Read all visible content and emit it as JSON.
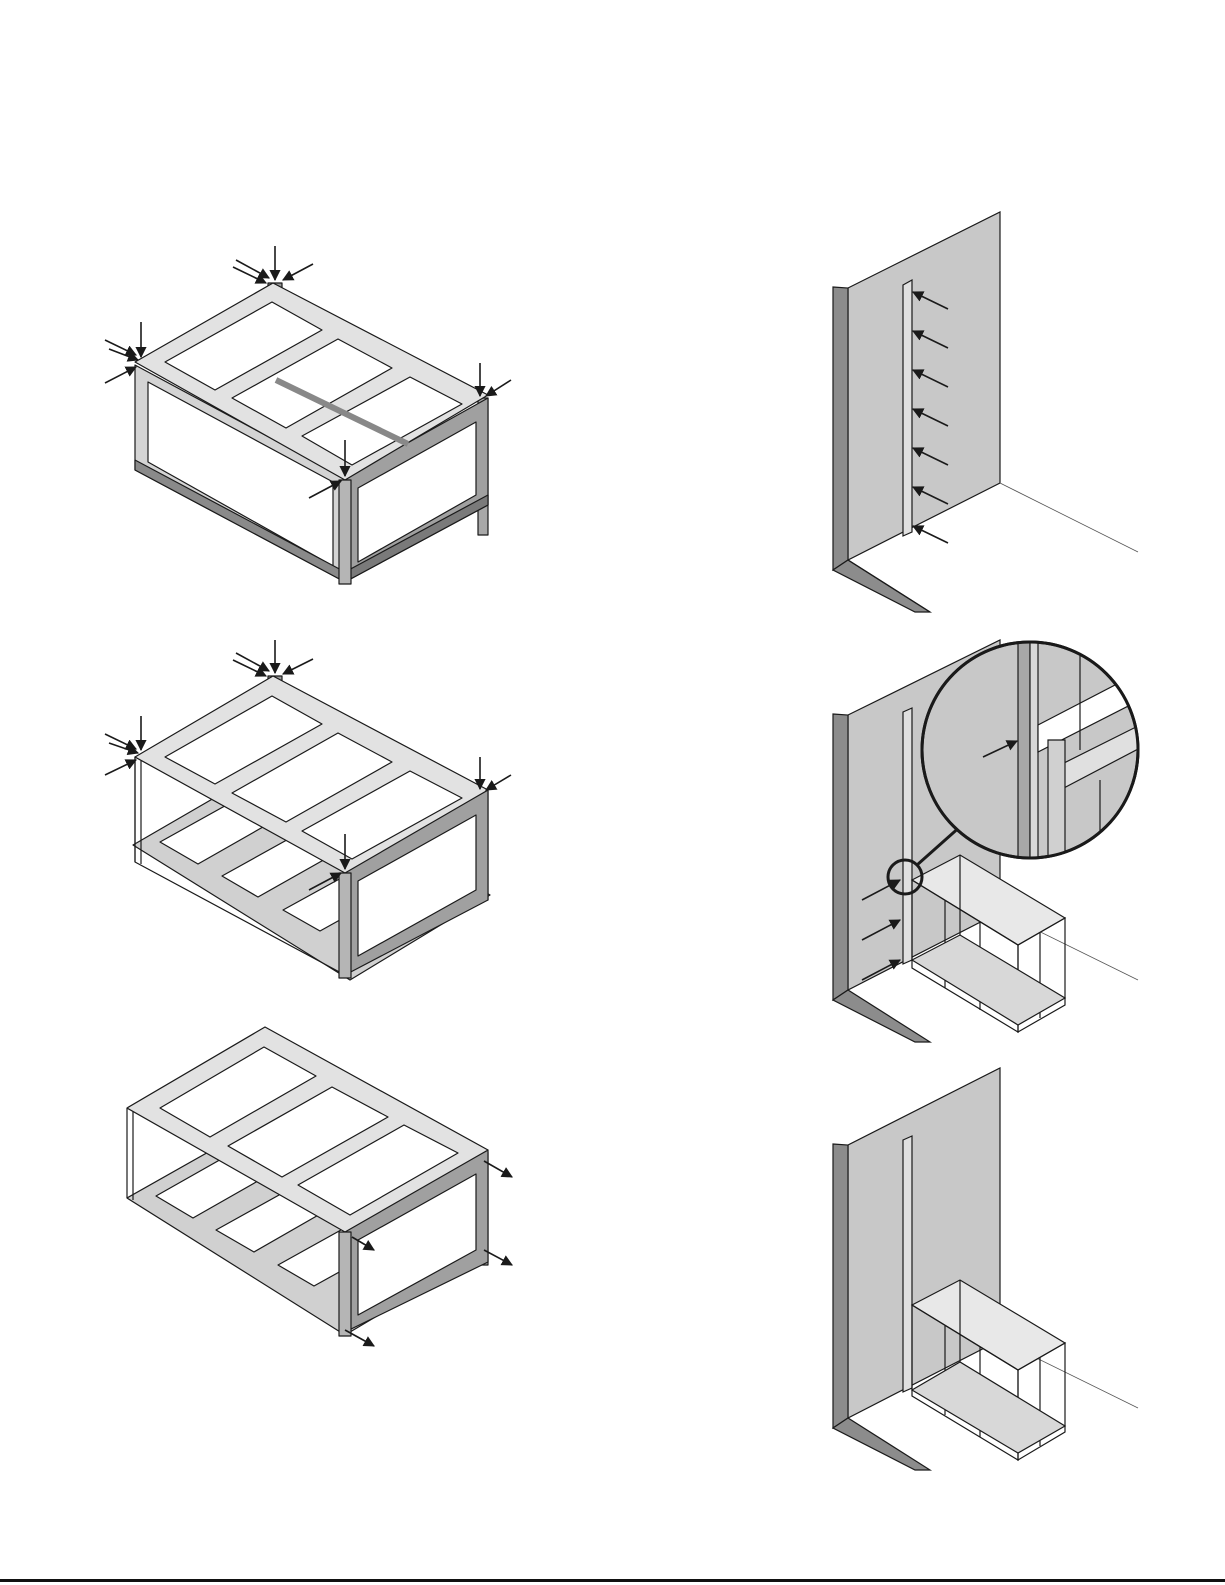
{
  "figures": [
    {
      "id": "frame-top-fasteners",
      "kind": "frame"
    },
    {
      "id": "frame-with-base",
      "kind": "frame"
    },
    {
      "id": "frame-side-fasteners",
      "kind": "frame"
    },
    {
      "id": "wall-stud-fasteners",
      "kind": "wall"
    },
    {
      "id": "wall-frame-attach-detail",
      "kind": "wall"
    },
    {
      "id": "wall-frame-installed",
      "kind": "wall"
    }
  ],
  "colors": {
    "wall_face": "#c8c8c8",
    "wall_edge": "#8c8c8c",
    "frame_light": "#e6e6e6",
    "frame_mid": "#bdbdbd",
    "frame_dark": "#8f8f8f",
    "line": "#1a1a1a"
  }
}
